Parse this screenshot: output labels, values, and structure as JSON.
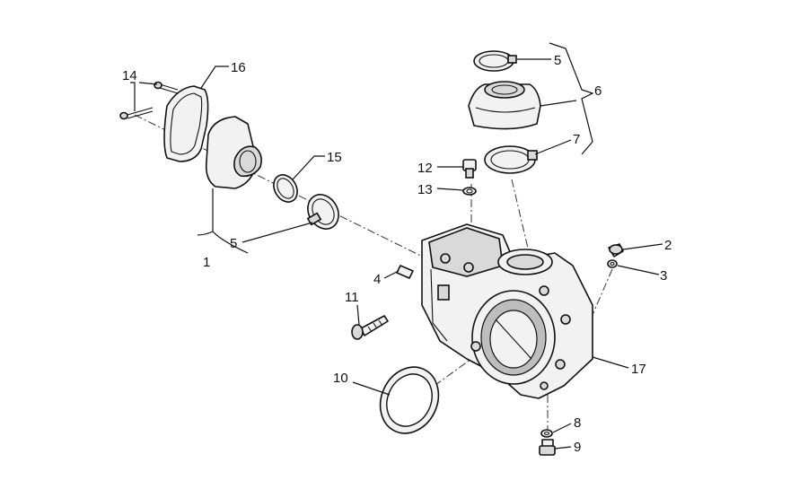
{
  "callouts": {
    "c1": "1",
    "c2": "2",
    "c3": "3",
    "c4": "4",
    "c5a": "5",
    "c5b": "5",
    "c6": "6",
    "c7": "7",
    "c8": "8",
    "c9": "9",
    "c10": "10",
    "c11": "11",
    "c12": "12",
    "c13": "13",
    "c14": "14",
    "c15": "15",
    "c16": "16",
    "c17": "17"
  }
}
